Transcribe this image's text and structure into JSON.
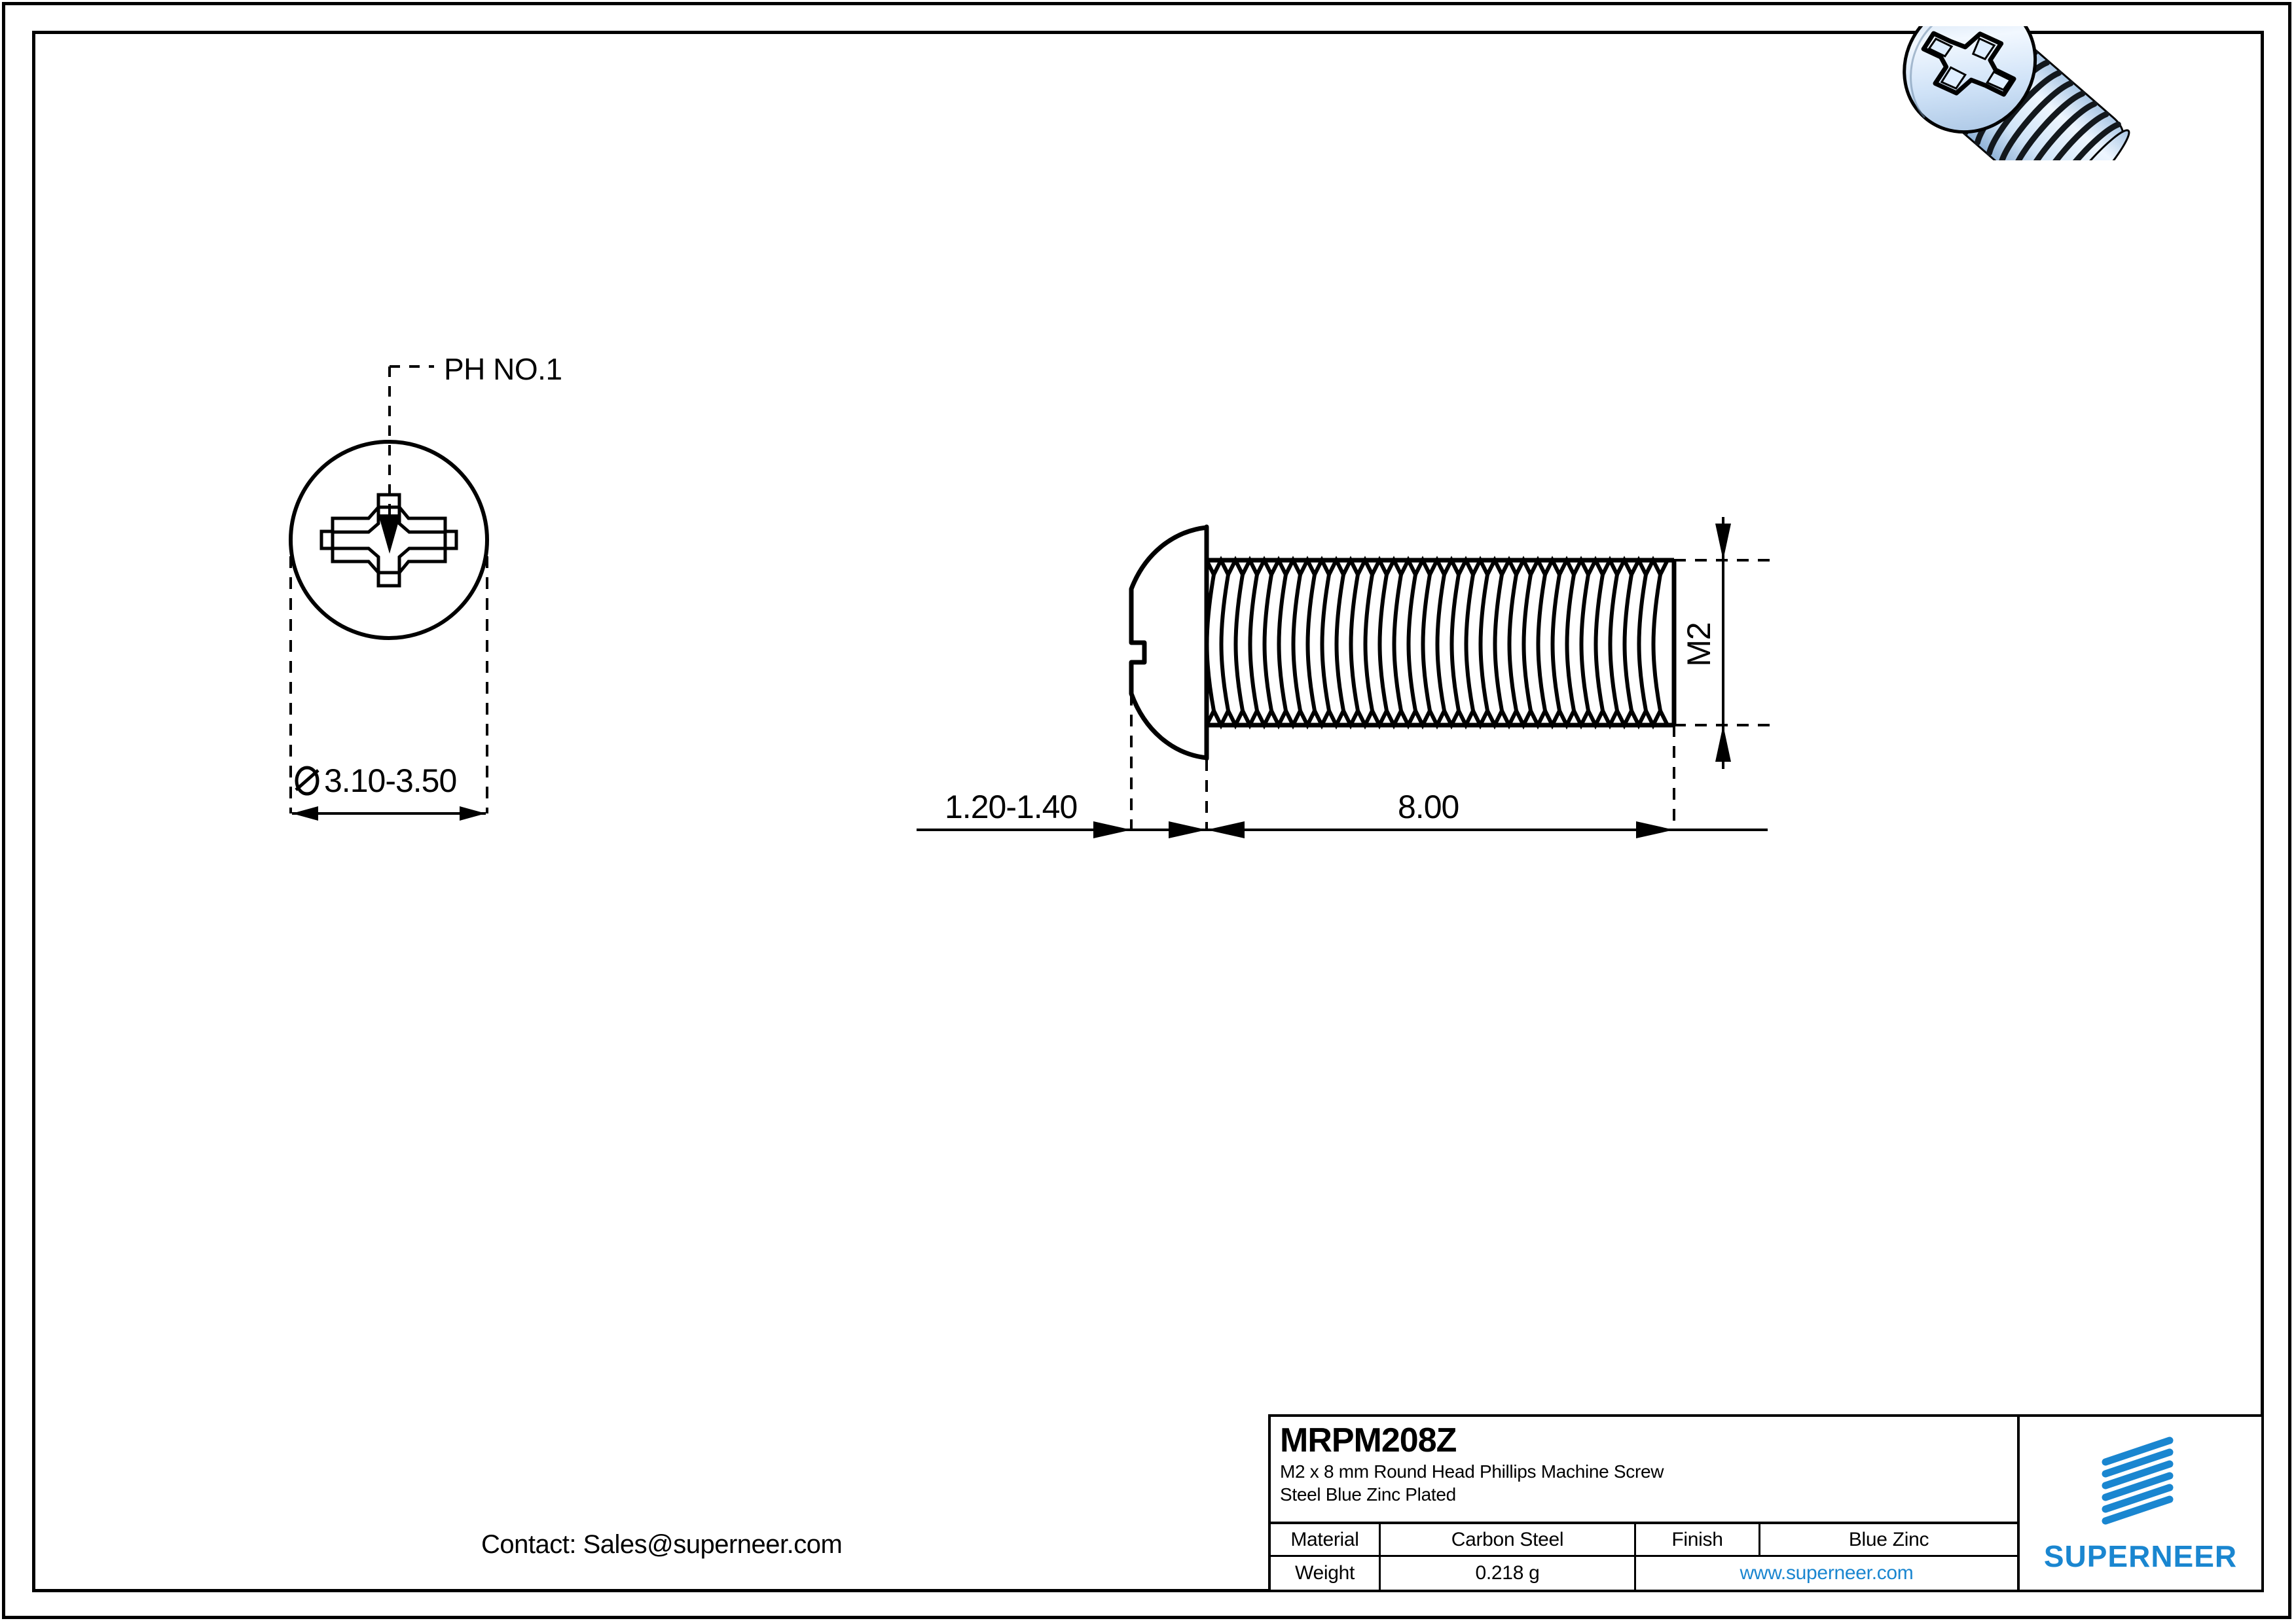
{
  "sheet": {
    "background": "#ffffff",
    "line_color": "#000000",
    "accent_color": "#1a86d0"
  },
  "drawing": {
    "top_view": {
      "leader_label": "PH NO.1",
      "diameter_dimension": "Ø 3.10-3.50"
    },
    "side_view": {
      "head_height_dimension": "1.20-1.40",
      "length_dimension": "8.00",
      "thread_size_dimension": "M2"
    }
  },
  "contact": {
    "text": "Contact: Sales@superneer.com"
  },
  "title_block": {
    "part_number": "MRPM208Z",
    "description_line1": "M2 x 8 mm Round Head Phillips Machine Screw",
    "description_line2": "Steel Blue Zinc Plated",
    "rows": [
      {
        "label": "Material",
        "value": "Carbon Steel",
        "label2": "Finish",
        "value2": "Blue Zinc"
      },
      {
        "label": "Weight",
        "value": "0.218 g",
        "url": "www.superneer.com"
      }
    ],
    "logo": {
      "wordmark": "SUPERNEER",
      "mark_name": "superneer-stripes-logo",
      "color": "#1a86d0"
    }
  },
  "render": {
    "alt": "3D render of M2 x 8 mm round head phillips machine screw, blue zinc plated",
    "body_color": "#c6dcf2",
    "highlight_color": "#eaf4ff"
  }
}
